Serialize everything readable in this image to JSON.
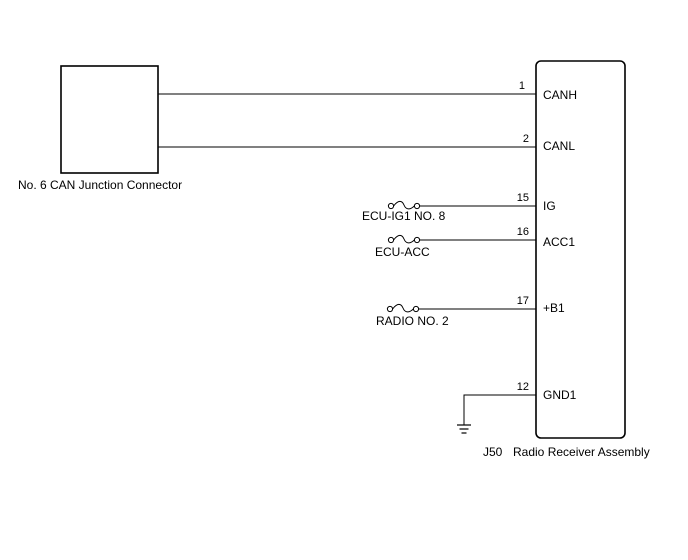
{
  "junction_connector": {
    "label": "No. 6 CAN Junction Connector"
  },
  "radio_receiver": {
    "code": "J50",
    "label": "Radio Receiver Assembly"
  },
  "pins": [
    {
      "number": "1",
      "name": "CANH"
    },
    {
      "number": "2",
      "name": "CANL"
    },
    {
      "number": "15",
      "name": "IG"
    },
    {
      "number": "16",
      "name": "ACC1"
    },
    {
      "number": "17",
      "name": "+B1"
    },
    {
      "number": "12",
      "name": "GND1"
    }
  ],
  "fuses": [
    {
      "name": "ECU-IG1 NO. 8"
    },
    {
      "name": "ECU-ACC"
    },
    {
      "name": "RADIO NO. 2"
    }
  ],
  "colors": {
    "line": "#000000",
    "background": "#ffffff"
  }
}
